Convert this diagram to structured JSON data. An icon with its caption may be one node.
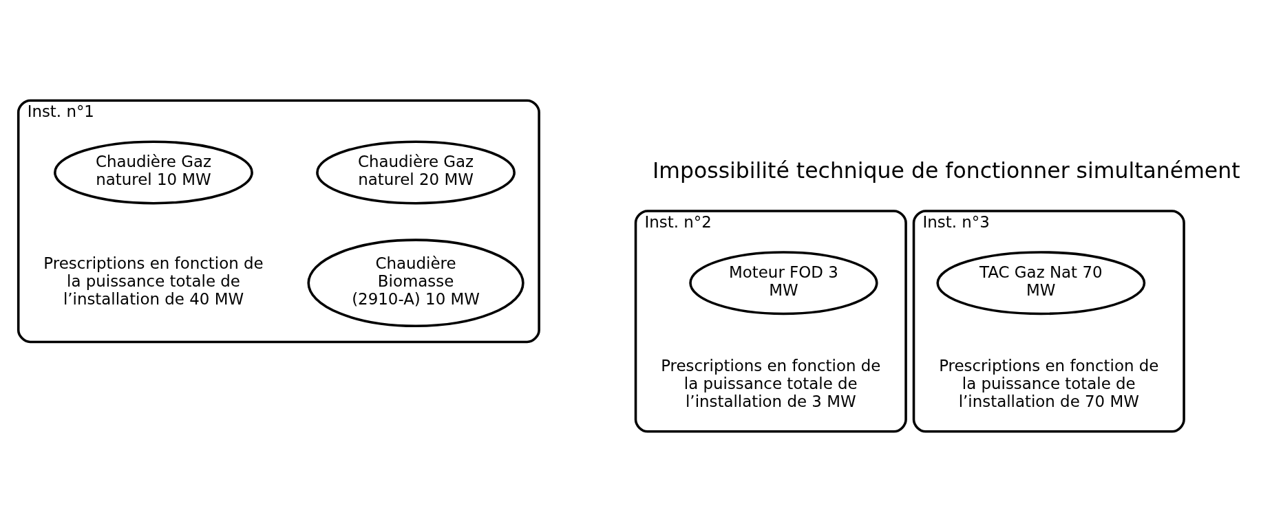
{
  "diagram": {
    "nodes": [
      {
        "text": [
          "Inst. n°1",
          "Prescriptions en fonction de la puissance totale de l’installation de 40 MW"
        ]
      },
      {
        "text": [
          "Chaudière Gaz naturel 20 MW"
        ],
        "in": 0
      },
      {
        "text": [
          "Chaudière Gaz naturel 10 MW"
        ],
        "in": 0
      },
      {
        "text": [
          "Chaudière Biomasse (2910-A) 10 MW"
        ],
        "in": 0
      },
      {
        "text": [
          "Inst. n°2",
          "Prescriptions en fonction de la puissance totale de l’installation de 3 MW"
        ]
      },
      {
        "text": [
          "Moteur FOD 3 MW"
        ],
        "in": 4
      },
      {
        "text": [
          "Inst. n°3",
          "Prescriptions en fonction de la puissance totale de l’installation de 70 MW"
        ]
      },
      {
        "text": [
          "TAC Gaz Nat 70 MW"
        ],
        "in": 6
      }
    ],
    "labels": [
      "Impossibilité technique de fonctionner simultanément"
    ]
  }
}
